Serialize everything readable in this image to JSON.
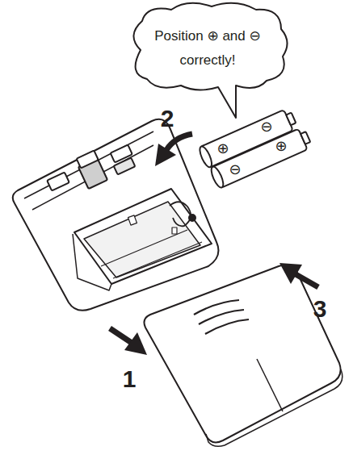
{
  "diagram": {
    "nodes": [
      {
        "text": [
          "Position ⊕ and ⊖ correctly!"
        ]
      }
    ],
    "labels": [
      "2",
      "1",
      "3",
      "⊕",
      "⊖",
      "⊖",
      "⊕"
    ]
  }
}
